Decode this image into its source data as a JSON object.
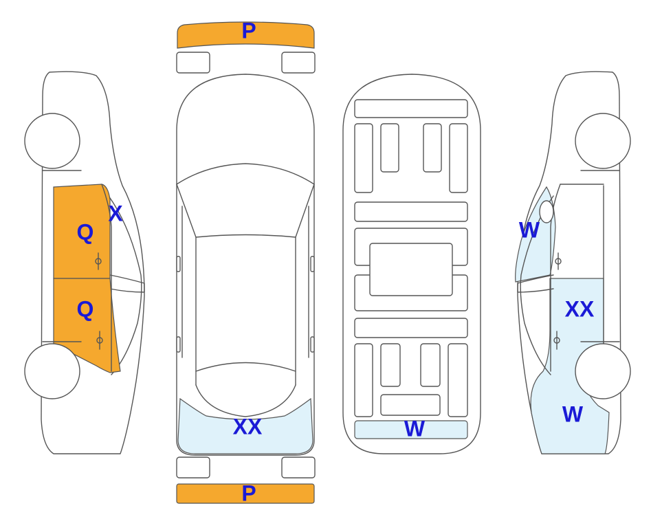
{
  "colors": {
    "orange": "#f5a82e",
    "light_blue": "#dff2fa",
    "outline": "#555555",
    "code_text": "#1a1ad6"
  },
  "labels": {
    "front_bumper": "P",
    "rear_bumper": "P",
    "left_front_door": "Q",
    "left_rear_door": "Q",
    "left_pillar": "X",
    "top_rear_area": "XX",
    "floor_rear_panel": "W",
    "right_front_fender": "W",
    "right_rear_door": "XX",
    "right_rear_quarter": "W"
  }
}
